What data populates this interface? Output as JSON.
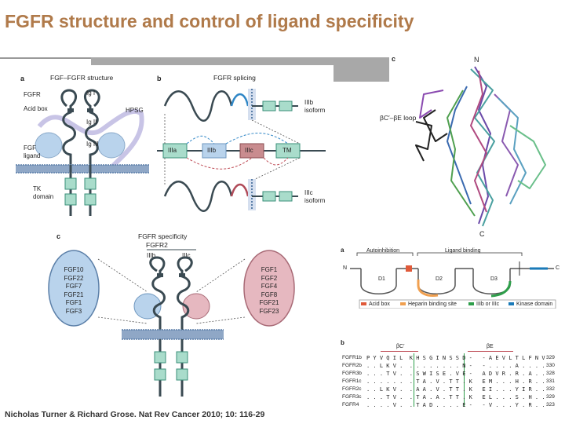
{
  "slide": {
    "title": "FGFR structure and control of ligand specificity",
    "citation": "Nicholas Turner & Richard Grose. Nat Rev Cancer 2010; 10: 116-29"
  },
  "panel_a": {
    "label": "a",
    "title": "FGF–FGFR structure",
    "labels": {
      "fgfr": "FGFR",
      "acid_box": "Acid box",
      "ig1": "Ig I",
      "ig2": "Ig II",
      "ig3": "Ig III",
      "hpsg": "HPSG",
      "fgf_ligand_line1": "FGF",
      "fgf_ligand_line2": "ligand",
      "tk_line1": "TK",
      "tk_line2": "domain"
    }
  },
  "panel_b": {
    "label": "b",
    "title": "FGFR splicing",
    "exons": [
      "IIIa",
      "IIIb",
      "IIIc",
      "TM"
    ],
    "isoform_top_line1": "IIIb",
    "isoform_top_line2": "isoform",
    "isoform_bottom_line1": "IIIc",
    "isoform_bottom_line2": "isoform"
  },
  "panel_c_spec": {
    "label": "c",
    "title": "FGFR specificity",
    "subtitle": "FGFR2",
    "iiib": "IIIb",
    "iiic": "IIIc",
    "left_ligands": [
      "FGF10",
      "FGF22",
      "FGF7",
      "FGF21",
      "FGF1",
      "FGF3"
    ],
    "right_ligands": [
      "FGF1",
      "FGF2",
      "FGF4",
      "FGF8",
      "FGF21",
      "FGF23"
    ]
  },
  "panel_3d": {
    "label": "c",
    "loop_label": "βC′–βE loop",
    "n_label": "N",
    "c_label": "C"
  },
  "domain_map": {
    "label": "a",
    "autoinhibition": "Autoinhibition",
    "ligand_binding": "Ligand binding",
    "d1": "D1",
    "d2": "D2",
    "d3": "D3",
    "n": "N",
    "c": "C",
    "legend": [
      {
        "label": "Acid box",
        "color": "#e05a3a"
      },
      {
        "label": "Heparin binding site",
        "color": "#f0a050"
      },
      {
        "label": "IIIb or IIIc",
        "color": "#2e9e4a"
      },
      {
        "label": "Kinase domain",
        "color": "#1a7ab8"
      }
    ]
  },
  "alignment": {
    "label": "b",
    "bc_label": "βC′",
    "be_label": "βE",
    "rows": [
      {
        "name": "FGFR1b",
        "seq": "P Y V Q I L  K H S G I N S S D -   - A E V L T L F N V",
        "num": "329"
      },
      {
        "name": "FGFR2b",
        "seq": ". . L K V .  . . . . . . . . N -   - . . . . A . . . .",
        "num": "330"
      },
      {
        "name": "FGFR3b",
        "seq": ". . . T V .  . S W I S E . V E -   A D V R . R . A . .",
        "num": "328"
      },
      {
        "name": "FGFR1c",
        "seq": ". . . . . .  . T A . V . T T . K   E M . . . H . R . .",
        "num": "331"
      },
      {
        "name": "FGFR2c",
        "seq": ". . L K V .  . A A . V . T T . K   E I . . . Y I R . .",
        "num": "332"
      },
      {
        "name": "FGFR3c",
        "seq": ". . . T V .  . T A . A . T T . K   E L . . . S . H . .",
        "num": "329"
      },
      {
        "name": "FGFR4",
        "seq": ". . . . V .  . T A D . . . . E -   - V . . . Y . R . .",
        "num": "323"
      }
    ]
  },
  "colors": {
    "title": "#b07a4a",
    "receptor": "#3a4a52",
    "ig_blue": "#b9d3ec",
    "ig_pink": "#e6b8c0",
    "tk_green": "#a9dccb",
    "membrane": "#8fa7c6",
    "hpsg": "#c8c4e6"
  }
}
